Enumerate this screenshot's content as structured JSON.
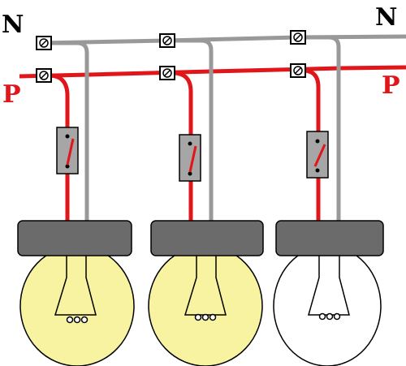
{
  "labels": {
    "neutral_left": "N",
    "neutral_right": "N",
    "phase_left": "P",
    "phase_right": "P"
  },
  "colors": {
    "neutral_wire": "#999999",
    "phase_wire": "#e0161b",
    "bulb_lit": "#f7f3a1",
    "bulb_off": "#ffffff",
    "bulb_base": "#6b6b6b",
    "switch_body": "#a6a6a6",
    "label_neutral": "#000000",
    "label_phase": "#e0161b"
  },
  "lamps": [
    {
      "name": "lamp-1",
      "switch_state": "closed",
      "lit": true
    },
    {
      "name": "lamp-2",
      "switch_state": "closed",
      "lit": true
    },
    {
      "name": "lamp-3",
      "switch_state": "open",
      "lit": false
    }
  ]
}
